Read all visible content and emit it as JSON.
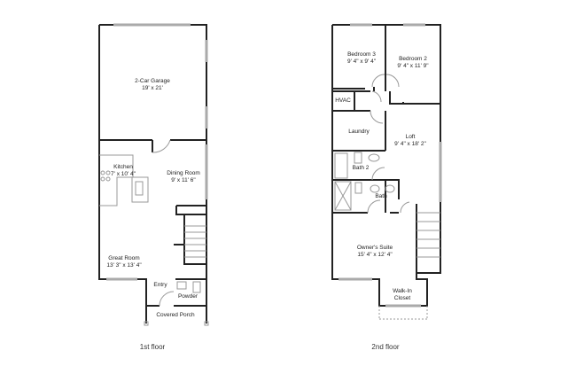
{
  "floor1": {
    "caption": "1st floor",
    "rooms": [
      {
        "name": "2-Car Garage",
        "size": "19' x 21'"
      },
      {
        "name": "Kitchen",
        "size": "7' x 10' 4\""
      },
      {
        "name": "Dining Room",
        "size": "9' x 11' 6\""
      },
      {
        "name": "Great Room",
        "size": "13' 3\" x 13' 4\""
      },
      {
        "name": "Entry",
        "size": ""
      },
      {
        "name": "Powder",
        "size": ""
      },
      {
        "name": "Covered Porch",
        "size": ""
      }
    ]
  },
  "floor2": {
    "caption": "2nd floor",
    "rooms": [
      {
        "name": "Bedroom 3",
        "size": "9' 4\" x 9' 4\""
      },
      {
        "name": "Bedroom 2",
        "size": "9' 4\" x 11' 9\""
      },
      {
        "name": "HVAC",
        "size": ""
      },
      {
        "name": "Laundry",
        "size": ""
      },
      {
        "name": "Loft",
        "size": "9' 4\" x 18' 2\""
      },
      {
        "name": "Bath 2",
        "size": ""
      },
      {
        "name": "Bath",
        "size": ""
      },
      {
        "name": "Owner's Suite",
        "size": "15' 4\" x 12' 4\""
      },
      {
        "name": "Walk-In Closet",
        "size": ""
      }
    ]
  }
}
